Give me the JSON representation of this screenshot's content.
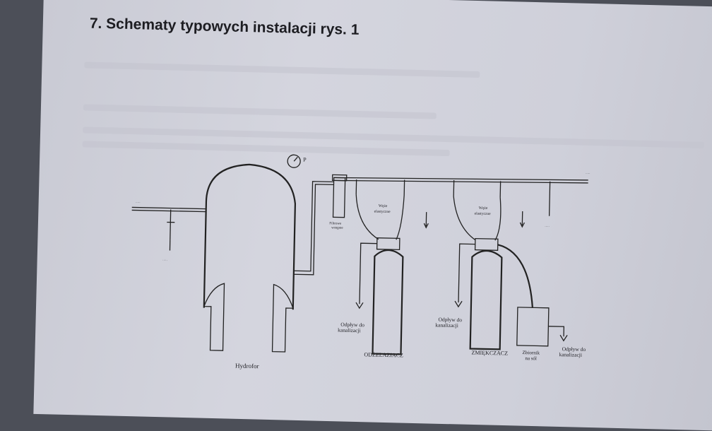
{
  "heading": "7. Schematy typowych instalacji rys. 1",
  "labels": {
    "hydrofor": "Hydrofor",
    "filtr": [
      "Filtrowe",
      "wstępne"
    ],
    "weze1": [
      "Węże",
      "elastyczne"
    ],
    "weze2": [
      "Węże",
      "elastyczne"
    ],
    "odplyw1": [
      "Odpływ do",
      "kanalizacji"
    ],
    "odplyw2": [
      "Odpływ do",
      "kanalizacji"
    ],
    "odplyw3": [
      "Odpływ do",
      "kanalizacji"
    ],
    "odzelaziacz": "ODŻELAZIACZ",
    "zmiekczacz": "ZMIĘKCZACZ",
    "zbiornik": [
      "Zbiornik",
      "na sól"
    ],
    "manometr": "P"
  },
  "colors": {
    "ink": "#222222",
    "paper": "#cfd0da",
    "desk": "#4c4f58"
  }
}
